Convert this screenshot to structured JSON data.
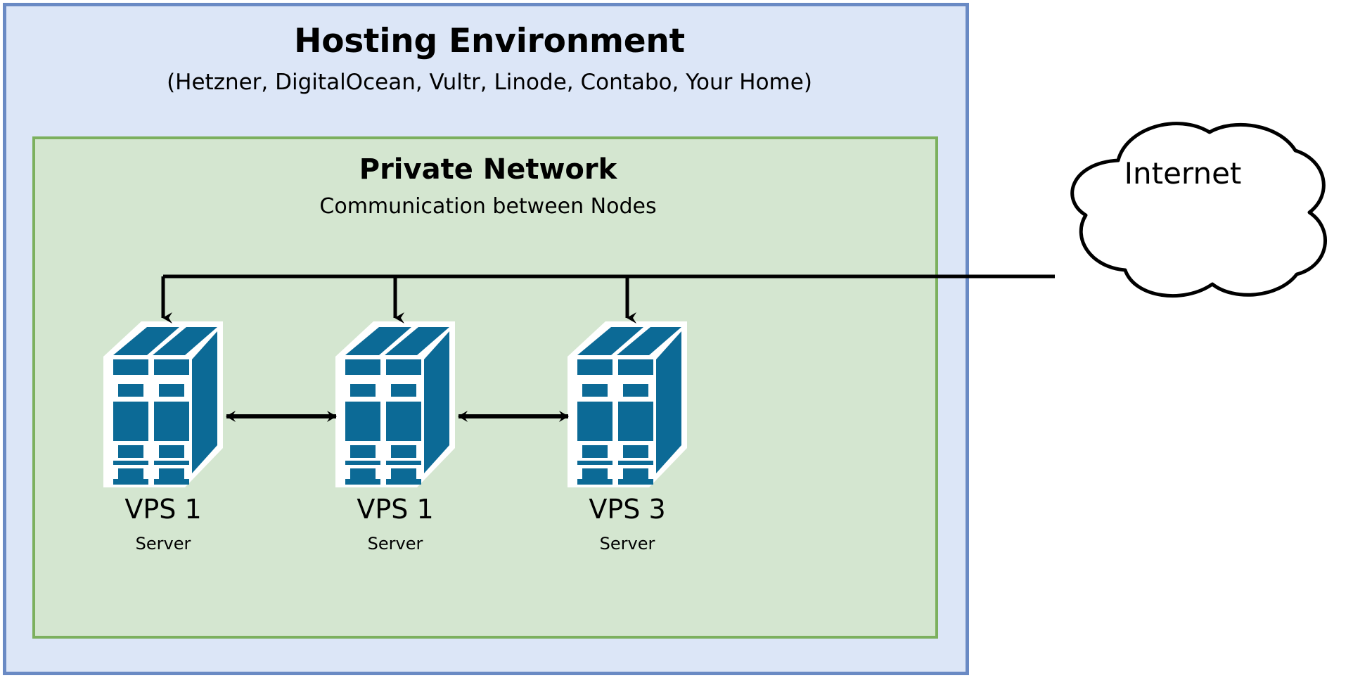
{
  "diagram": {
    "type": "network-architecture",
    "hosting": {
      "title": "Hosting Environment",
      "subtitle": "(Hetzner, DigitalOcean, Vultr, Linode, Contabo, Your Home)",
      "fill_color": "#dce6f7",
      "border_color": "#6a8ac4"
    },
    "private_network": {
      "title": "Private Network",
      "subtitle": "Communication between Nodes",
      "fill_color": "#d4e6d0",
      "border_color": "#7cb05e"
    },
    "nodes": [
      {
        "title": "VPS 1",
        "subtitle": "Server",
        "icon": "server-rack-icon",
        "color": "#0c6a96"
      },
      {
        "title": "VPS 1",
        "subtitle": "Server",
        "icon": "server-rack-icon",
        "color": "#0c6a96"
      },
      {
        "title": "VPS 3",
        "subtitle": "Server",
        "icon": "server-rack-icon",
        "color": "#0c6a96"
      }
    ],
    "cloud": {
      "label": "Internet",
      "icon": "cloud-icon",
      "stroke_color": "#000000",
      "fill_color": "#ffffff"
    },
    "connectors": {
      "internet_to_nodes": "bus-line-with-three-down-arrows",
      "node_to_node": "bidirectional-arrow",
      "stroke_color": "#000000"
    }
  }
}
